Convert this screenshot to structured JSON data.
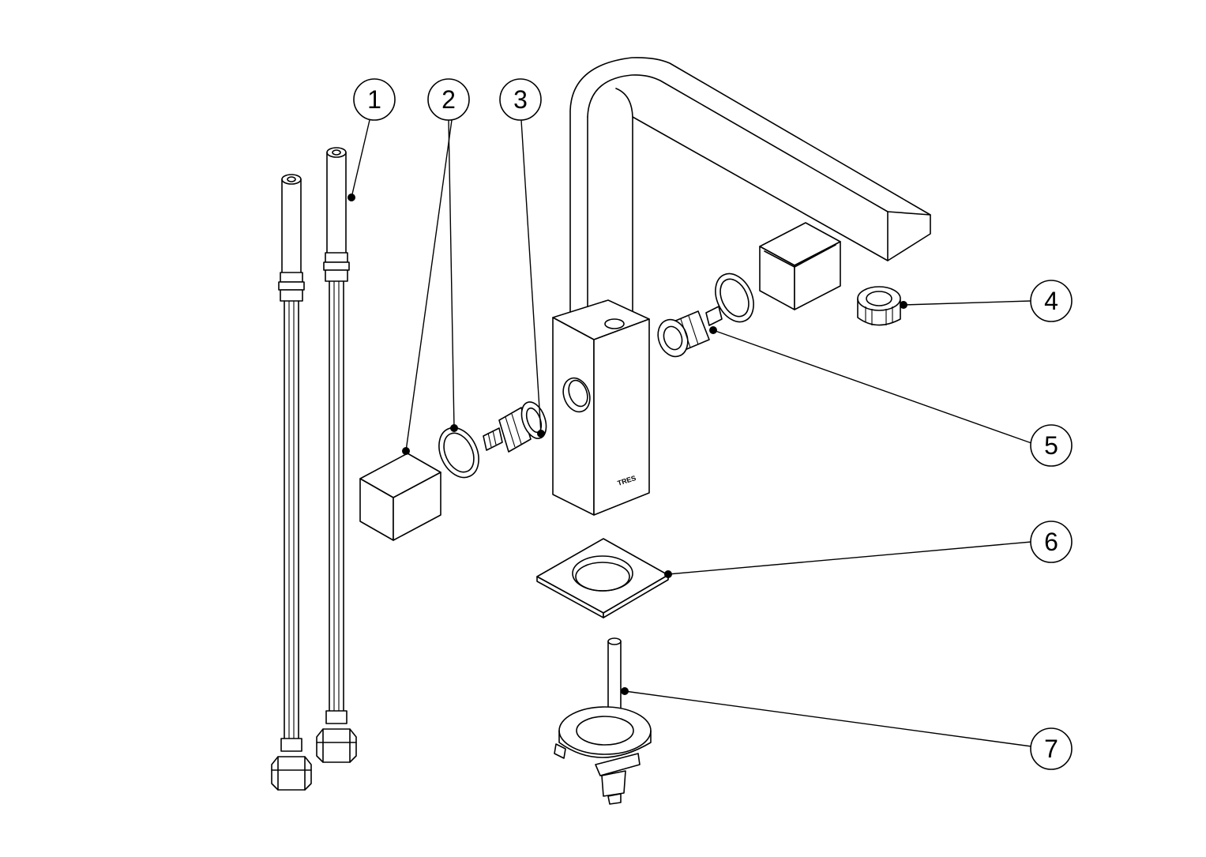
{
  "callouts": [
    {
      "label": "1"
    },
    {
      "label": "2"
    },
    {
      "label": "3"
    },
    {
      "label": "4"
    },
    {
      "label": "5"
    },
    {
      "label": "6"
    },
    {
      "label": "7"
    }
  ],
  "brand_mark": "TRES"
}
